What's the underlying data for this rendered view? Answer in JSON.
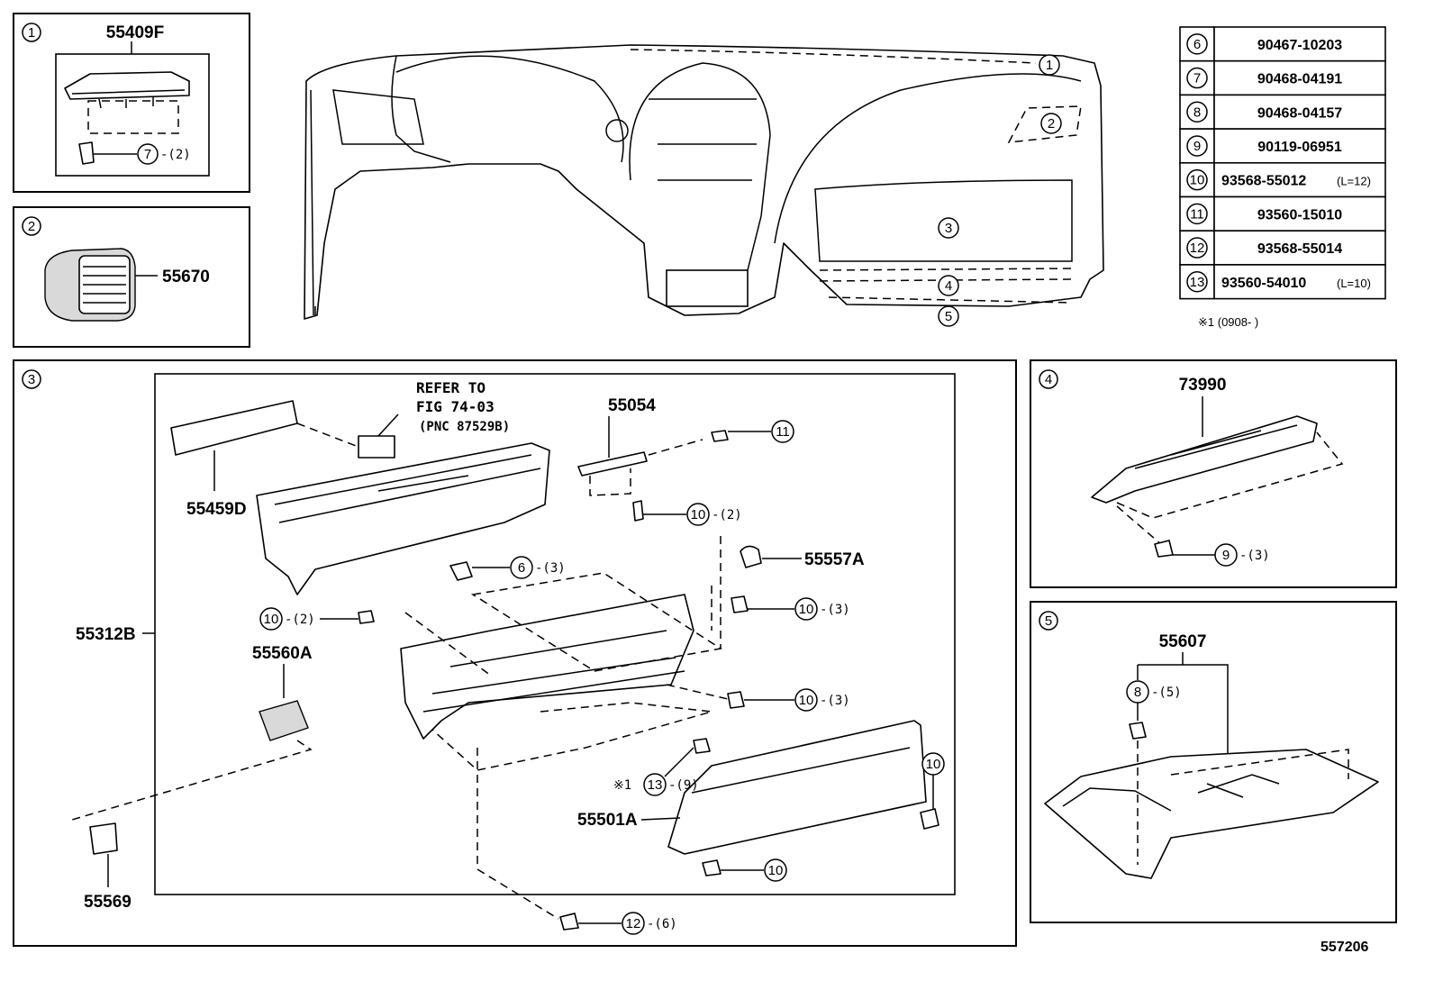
{
  "callout_markers": {
    "c1": "1",
    "c2": "2",
    "c3": "3",
    "c4": "4",
    "c5": "5",
    "c6": "6",
    "c7": "7",
    "c8": "8",
    "c9": "9",
    "c10": "10",
    "c11": "11",
    "c12": "12",
    "c13": "13"
  },
  "panel_1": {
    "part": "55409F",
    "qty": "-(2)"
  },
  "panel_2": {
    "part": "55670"
  },
  "panel_3": {
    "refer_line1": "REFER TO",
    "refer_line2": "FIG 74-03",
    "refer_line3": "(PNC 87529B)",
    "parts": {
      "p55054": "55054",
      "p55459D": "55459D",
      "p55557A": "55557A",
      "p55312B": "55312B",
      "p55560A": "55560A",
      "p55569": "55569",
      "p55501A": "55501A"
    },
    "qty": {
      "q11": "",
      "q10a": "-(2)",
      "q6": "-(3)",
      "q10b": "-(2)",
      "q10c": "-(3)",
      "q10d": "-(3)",
      "q13": "-(9)",
      "q12": "-(6)"
    },
    "note_mark": "※1"
  },
  "panel_4": {
    "part": "73990",
    "qty": "-(3)"
  },
  "panel_5": {
    "part": "55607",
    "qty": "-(5)"
  },
  "parts_table": [
    {
      "no": "6",
      "pn": "90467-10203",
      "suffix": ""
    },
    {
      "no": "7",
      "pn": "90468-04191",
      "suffix": ""
    },
    {
      "no": "8",
      "pn": "90468-04157",
      "suffix": ""
    },
    {
      "no": "9",
      "pn": "90119-06951",
      "suffix": ""
    },
    {
      "no": "10",
      "pn": "93568-55012",
      "suffix": "(L=12)"
    },
    {
      "no": "11",
      "pn": "93560-15010",
      "suffix": ""
    },
    {
      "no": "12",
      "pn": "93568-55014",
      "suffix": ""
    },
    {
      "no": "13",
      "pn": "93560-54010",
      "suffix": "(L=10)"
    }
  ],
  "footnote": "※1 (0908-      )",
  "figure_code": "557206"
}
